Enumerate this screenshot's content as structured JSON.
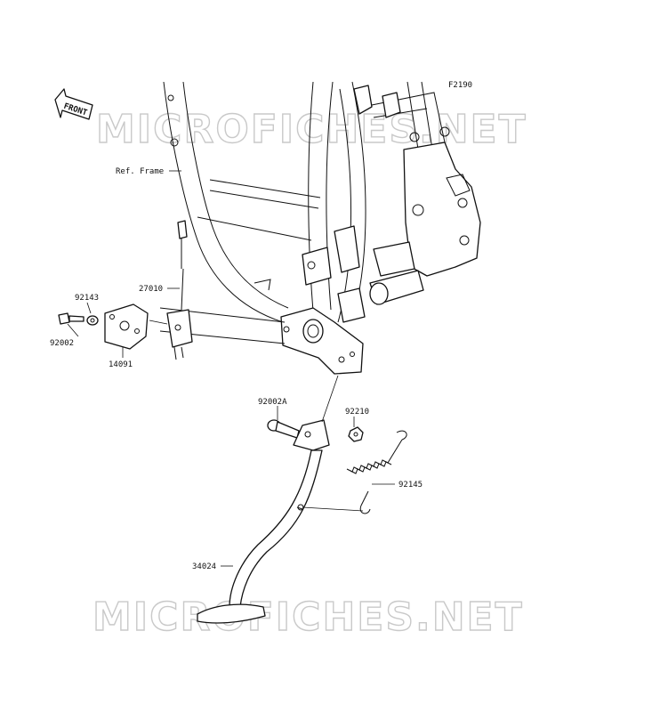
{
  "diagram_code": "F2190",
  "front_label": "FRONT",
  "watermark": "MICROFICHES.NET",
  "labels": {
    "ref_frame": "Ref. Frame",
    "p27010": "27010",
    "p92143": "92143",
    "p92002": "92002",
    "p14091": "14091",
    "p92002a": "92002A",
    "p92210": "92210",
    "p92145": "92145",
    "p34024": "34024"
  }
}
